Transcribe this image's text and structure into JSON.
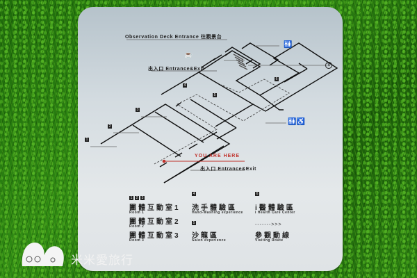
{
  "sign": {
    "background_color": "#d8dee2",
    "accent_red": "#c0302a",
    "observation_deck_label": "Observation Deck Entrance 往觀景台",
    "top_exit_label": "出入口 Entrance&Exit",
    "bottom_exit_label": "出入口 Entrance&Exit",
    "you_are_here": "YOU ARE HERE",
    "map_markers": [
      "1",
      "2",
      "3",
      "4",
      "5",
      "6"
    ],
    "icons": [
      "cafe-icon",
      "restroom-icon",
      "atm-icon",
      "accessible-restroom-icon"
    ]
  },
  "legend": {
    "group_rooms": {
      "badges": [
        "1",
        "2",
        "3"
      ],
      "items": [
        {
          "title": "團體互動室1",
          "subtitle": "Room 1"
        },
        {
          "title": "團體互動室2",
          "subtitle": "Room 2"
        },
        {
          "title": "團體互動室3",
          "subtitle": "Room 3"
        }
      ]
    },
    "handwash": {
      "badge": "4",
      "title": "洗手體驗區",
      "subtitle": "Hand-Washing experience"
    },
    "salon": {
      "badge": "5",
      "title": "沙龍區",
      "subtitle": "Salon experience"
    },
    "health": {
      "badge": "6",
      "title": "i醫體驗區",
      "subtitle": "i Health Care Center"
    },
    "route": {
      "sample": "------->>>",
      "title": "參觀動線",
      "subtitle": "Visiting Route"
    }
  },
  "watermark": {
    "text": "米米愛旅行"
  }
}
